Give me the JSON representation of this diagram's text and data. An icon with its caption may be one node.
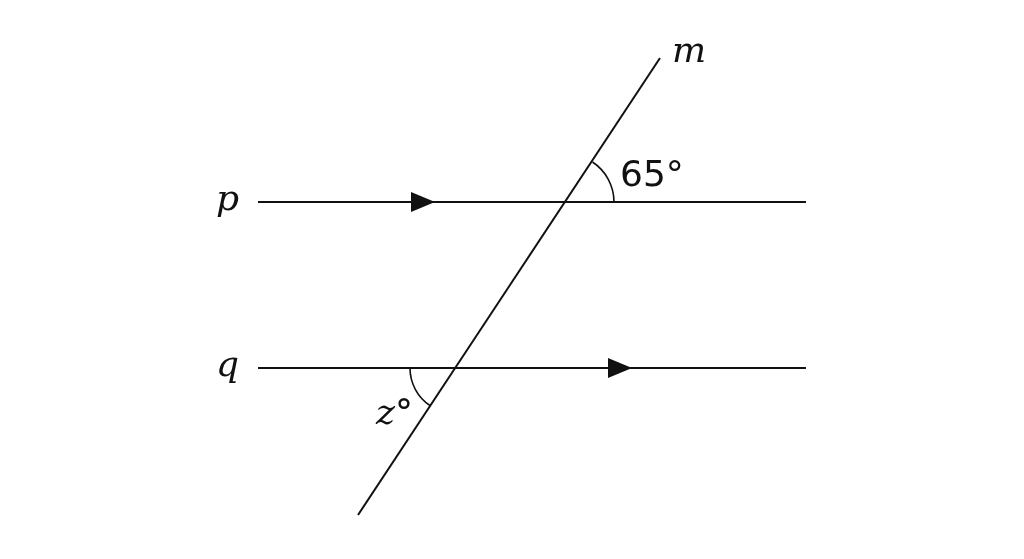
{
  "diagram": {
    "labels": [
      "*m*",
      "*p*",
      "65°",
      "*q*",
      "*z*°"
    ]
  }
}
